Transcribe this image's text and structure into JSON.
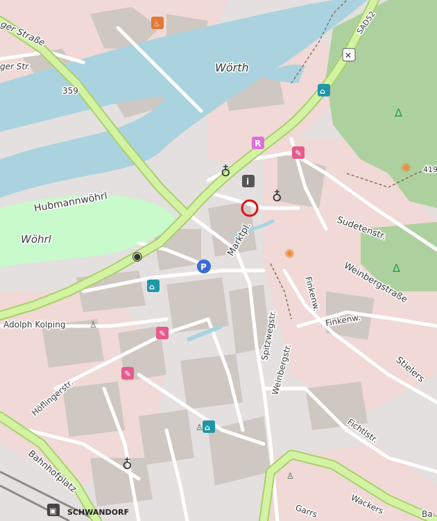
{
  "map": {
    "colors": {
      "water": "#aad3df",
      "residential": "#e0dfdf",
      "building": "#d9d0c9",
      "commercial": "#f2dad9",
      "park": "#c8facc",
      "forest": "#add19e",
      "primary_road": "#d3f3a3",
      "primary_casing": "#a8cf6a",
      "highlight": "#dd1111"
    },
    "labels": {
      "woerth": "Wörth",
      "road_359": "359",
      "ger_strasse": "ger Straße",
      "ger_str": "ger Str.",
      "hubmannwoehrl": "Hubmannwöhrl",
      "woehrl": "Wöhrl",
      "marktpl": "Marktpl.",
      "sudetenstr": "Sudetenstr.",
      "weinbergstrasse": "Weinbergstraße",
      "finkenw_1": "Finkenw.",
      "finkenw_2": "Finkenw.",
      "spitzwegstr": "Spitzwegstr.",
      "weinbergstr": "Weinbergstr.",
      "adolph_kolping": "Adolph Kolping",
      "hoeflingerstr": "Höflingerstr.",
      "bahnhofplatz": "Bahnhofplatz",
      "stielers": "Stielers",
      "fichtlstr": "Fichtlstr.",
      "wackers": "Wackers",
      "garrs": "Garrs",
      "ba": "Ba",
      "sad_ref": "SAD52",
      "elev_419": "419",
      "schwandorf": "SCHWANDORF"
    },
    "icons": {
      "parking": "P",
      "info": "i",
      "restaurant": "R"
    }
  }
}
